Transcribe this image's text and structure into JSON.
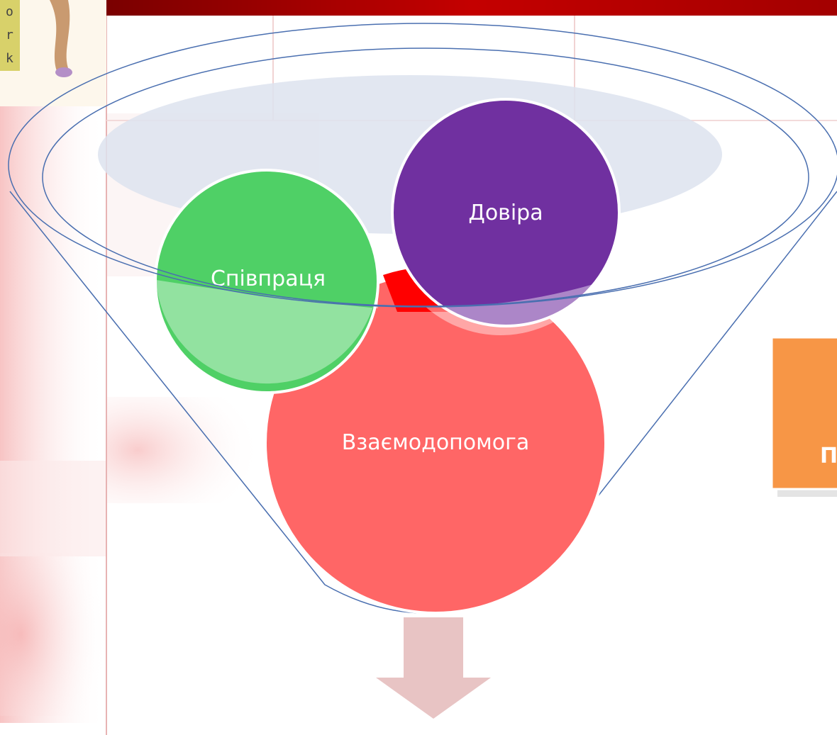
{
  "diagram": {
    "type": "funnel",
    "items": [
      {
        "label": "Довіра",
        "color": "#7030a0"
      },
      {
        "label": "Співпраця",
        "color": "#4fd066"
      },
      {
        "label": "Взаємодопомога",
        "color": "#ff6666"
      }
    ],
    "result_box": {
      "text": "П",
      "color": "#f79646"
    },
    "colors": {
      "funnel_outline": "#4a6fb0",
      "funnel_fill": "#dde3ee",
      "top_banner": "#b40000",
      "arrow": "#e8c4c4",
      "center_overlap": "#ff0000"
    }
  },
  "logo": {
    "letters": [
      "o",
      "r",
      "k"
    ]
  }
}
